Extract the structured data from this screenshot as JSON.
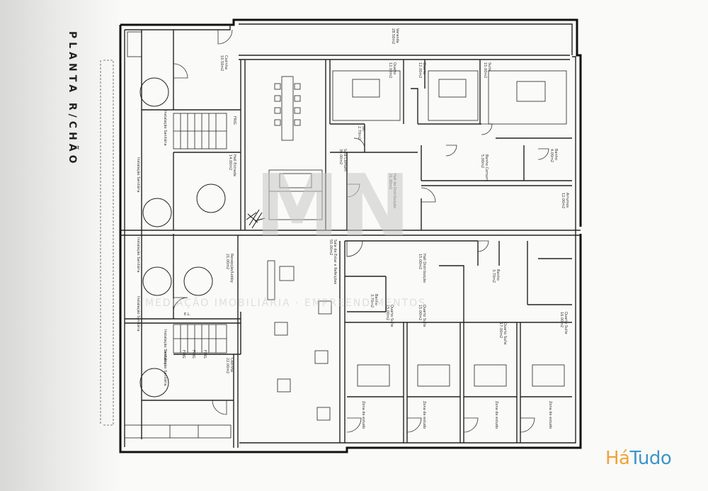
{
  "title": "PLANTA R/CHÃO",
  "logo": {
    "part1": "Há",
    "part2": "Tudo",
    "colors": {
      "part1": "#f0a33a",
      "part2": "#3d96c9"
    }
  },
  "watermark": {
    "brand": "MN",
    "tagline": "MEDIAÇÃO IMOBILIÁRIA · EMPREENDIMENTOS"
  },
  "rooms": [
    {
      "id": "varanda",
      "name": "Varanda",
      "area": "28.50m2"
    },
    {
      "id": "cozinha-top",
      "name": "Cozinha",
      "area": "10.50m2"
    },
    {
      "id": "quarto-1",
      "name": "Quarto",
      "area": "12.00m2"
    },
    {
      "id": "quarto-2",
      "name": "Quarto",
      "area": "12.00m2"
    },
    {
      "id": "suite",
      "name": "Suite",
      "area": "15.00m2"
    },
    {
      "id": "hall-entrada",
      "name": "Hall Entrada",
      "area": "14.00m2"
    },
    {
      "id": "sala-comum",
      "name": "Sala Comum",
      "area": "30.00m2"
    },
    {
      "id": "hall-distribuicao",
      "name": "Hall de Distribuição",
      "area": "21.00m2"
    },
    {
      "id": "wc-top",
      "name": "Wc",
      "area": "2.70m2"
    },
    {
      "id": "banho-comum",
      "name": "Banho Comum",
      "area": "5.00m2"
    },
    {
      "id": "banho-suite",
      "name": "Banho",
      "area": "4.00m2"
    },
    {
      "id": "arrumos",
      "name": "Arrumos",
      "area": "12.00m2"
    },
    {
      "id": "recepcao-lobby",
      "name": "Recepção/Lobby",
      "area": "21.00m2"
    },
    {
      "id": "sala-estar-refeicoes",
      "name": "Sala de Estar e Refeições",
      "area": "50.00m2"
    },
    {
      "id": "hall-distribuicao-2",
      "name": "Hall Distribuição",
      "area": "15.00m2"
    },
    {
      "id": "banho-a",
      "name": "Banho",
      "area": "3.70m2"
    },
    {
      "id": "banho-b",
      "name": "Banho",
      "area": "3.70m2"
    },
    {
      "id": "quarto-suite-1",
      "name": "Quarto Suíte",
      "area": "15.00m2"
    },
    {
      "id": "quarto-suite-2",
      "name": "Quarto Suíte",
      "area": "15.00m2"
    },
    {
      "id": "quarto-suite-3",
      "name": "Quarto Suíte",
      "area": "17.00m2"
    },
    {
      "id": "quarto-suite-4",
      "name": "Quarto Suíte",
      "area": "16.00m2"
    },
    {
      "id": "cozinha-bottom",
      "name": "Cozinha",
      "area": "22.00m2"
    },
    {
      "id": "zona-estudo-1",
      "name": "Zona de estudo",
      "area": ""
    },
    {
      "id": "zona-estudo-2",
      "name": "Zona de estudo",
      "area": ""
    },
    {
      "id": "zona-estudo-3",
      "name": "Zona de estudo",
      "area": ""
    },
    {
      "id": "zona-estudo-4",
      "name": "Zona de estudo",
      "area": ""
    },
    {
      "id": "instalacao-sanitaria-1",
      "name": "Instalação Sanitária",
      "area": ""
    },
    {
      "id": "instalacao-sanitaria-2",
      "name": "Instalação Sanitária",
      "area": ""
    },
    {
      "id": "instalacao-sanitaria-3",
      "name": "Instalação Sanitária",
      "area": ""
    },
    {
      "id": "instalacao-sanitaria-4",
      "name": "Instalação Sanitária",
      "area": ""
    },
    {
      "id": "instalacao-sanitaria-5",
      "name": "Instalação Sanitária",
      "area": ""
    },
    {
      "id": "instalacao-sanitaria-6",
      "name": "Instalação Sanitária",
      "area": ""
    }
  ],
  "fixtures": {
    "frig": "FRIG",
    "stair_label": "E.L."
  }
}
